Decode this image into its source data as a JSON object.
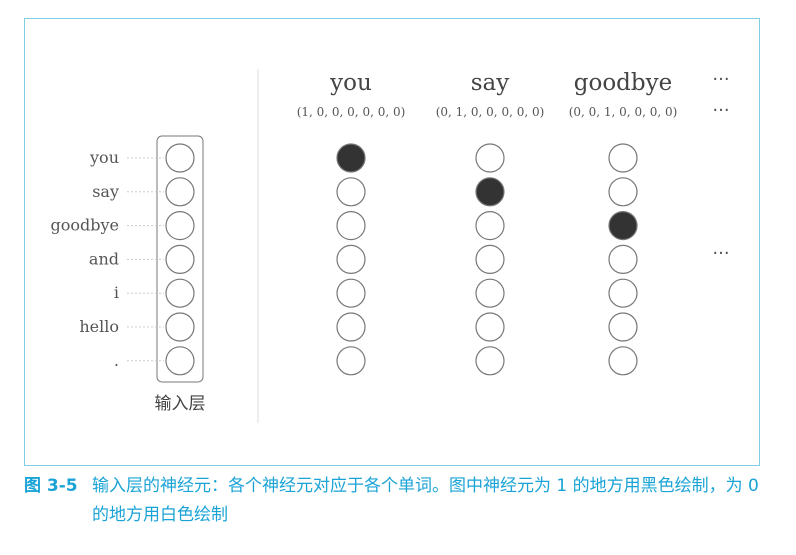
{
  "input_layer": {
    "words": [
      "you",
      "say",
      "goodbye",
      "and",
      "i",
      "hello",
      "."
    ],
    "label": "输入层"
  },
  "columns": [
    {
      "word": "you",
      "vector": "(1, 0, 0, 0, 0, 0, 0)",
      "active": 0
    },
    {
      "word": "say",
      "vector": "(0, 1, 0, 0, 0, 0, 0)",
      "active": 1
    },
    {
      "word": "goodbye",
      "vector": "(0, 0, 1, 0, 0, 0, 0)",
      "active": 2
    }
  ],
  "ellipsis": "···",
  "caption": {
    "number": "图 3-5",
    "text": "输入层的神经元：各个神经元对应于各个单词。图中神经元为 1 的地方用黑色绘制，为 0 的地方用白色绘制"
  },
  "colors": {
    "active_fill": "#333333",
    "node_stroke": "#777777",
    "frame": "#7fd0e6",
    "caption": "#1aa3d6"
  }
}
